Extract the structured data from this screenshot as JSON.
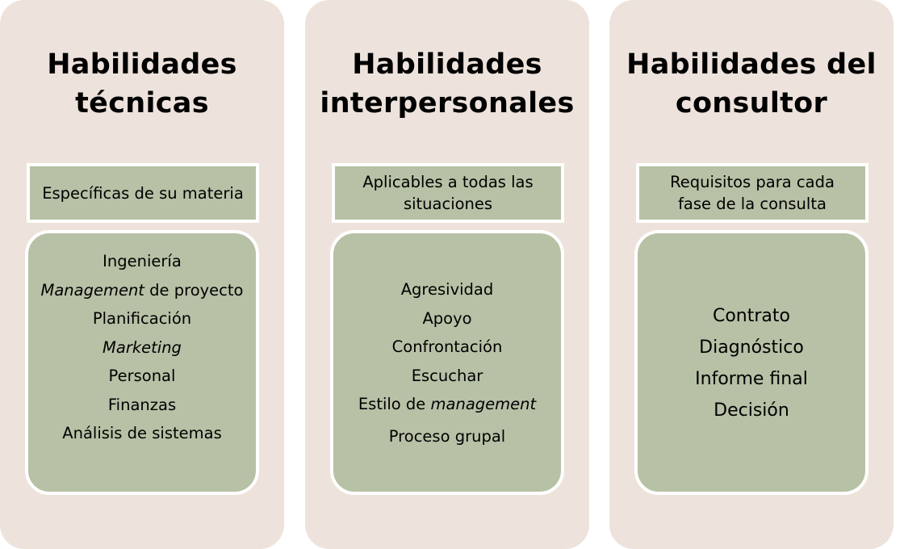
{
  "columns": [
    {
      "title_lines": [
        "Habilidades",
        "técnicas"
      ],
      "header_lines": [
        "Específicas de su materia"
      ],
      "items": [
        {
          "plain": "Ingeniería"
        },
        {
          "italic": "Management",
          "suffix": " de proyecto"
        },
        {
          "plain": "Planificación"
        },
        {
          "italic": "Marketing"
        },
        {
          "plain": "Personal"
        },
        {
          "plain": "Finanzas"
        },
        {
          "plain": "Análisis de sistemas"
        }
      ]
    },
    {
      "title_lines": [
        "Habilidades",
        "interpersonales"
      ],
      "header_lines": [
        "Aplicables a todas las",
        "situaciones"
      ],
      "items": [
        {
          "plain": "Agresividad"
        },
        {
          "plain": "Apoyo"
        },
        {
          "plain": "Confrontación"
        },
        {
          "plain": "Escuchar"
        },
        {
          "prefix": "Estilo de ",
          "italic": "management"
        },
        {
          "plain": "Proceso grupal"
        }
      ]
    },
    {
      "title_lines": [
        "Habilidades del",
        "consultor"
      ],
      "header_lines": [
        "Requisitos para cada",
        "fase de la consulta"
      ],
      "items": [
        {
          "plain": "Contrato"
        },
        {
          "plain": "Diagnóstico"
        },
        {
          "plain": "Informe final"
        },
        {
          "plain": "Decisión"
        }
      ]
    }
  ],
  "colors": {
    "panel_background": "#ede3dc",
    "box_fill": "#b7c1a6",
    "box_border": "#ffffff",
    "text": "#000000"
  }
}
